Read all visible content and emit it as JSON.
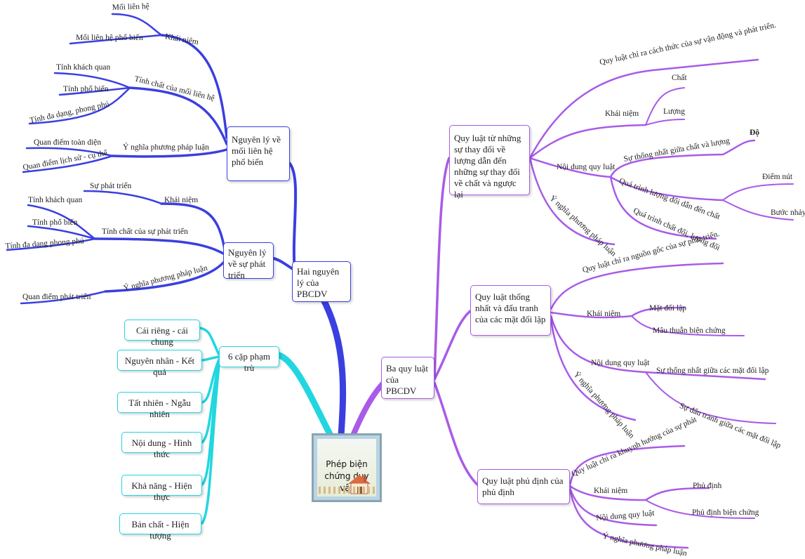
{
  "central": {
    "title": "Phép biện chứng duy vật"
  },
  "principles": {
    "root": "Hai nguyên lý của PBCDV",
    "lien_he": {
      "title": "Nguyên lý về mối liên hệ phổ biến",
      "khai_niem": "Khái niệm",
      "khai_niem_items": [
        "Mối liên hệ",
        "Mối liên hệ phổ biến"
      ],
      "tinh_chat": "Tính chất của mối liên hệ",
      "tinh_chat_items": [
        "Tính khách quan",
        "Tính phổ biến",
        "Tính đa dạng, phong phú"
      ],
      "y_nghia": "Ý nghĩa phương pháp luận",
      "y_nghia_items": [
        "Quan điểm toàn diện",
        "Quan điểm lịch sử - cụ thể"
      ]
    },
    "phat_trien": {
      "title": "Nguyên lý về sự phát triển",
      "khai_niem": "Khái niệm",
      "khai_niem_items": [
        "Sự phát triển"
      ],
      "tinh_chat": "Tính chất của sự phát triển",
      "tinh_chat_items": [
        "Tính khách quan",
        "Tính phổ biến",
        "Tính đa dạng phong phú"
      ],
      "y_nghia": "Ý nghĩa phương pháp luận",
      "y_nghia_items": [
        "Quan điểm phát triển"
      ]
    }
  },
  "categories": {
    "root": "6 cặp phạm trù",
    "items": [
      "Cái riêng - cái chung",
      "Nguyên nhân - Kết quả",
      "Tất nhiên - Ngẫu nhiên",
      "Nội dung - Hình thức",
      "Khả năng - Hiện thực",
      "Bản chất - Hiện tượng"
    ]
  },
  "laws": {
    "root": "Ba quy luật của PBCDV",
    "luong_chat": {
      "title": "Quy luật từ những sự thay đổi về lượng dẫn đến những sự thay đổi về chất và ngược lại",
      "role": "Quy luật chỉ ra cách thức của sự vận động và phát triển.",
      "khai_niem": "Khái niệm",
      "khai_niem_items": [
        "Chất",
        "Lượng"
      ],
      "noi_dung": "Nội dung quy luật",
      "su_thong_nhat": "Sự thống nhất giữa chất và lượng",
      "do": "Độ",
      "qua_trinh": "Quá trình lượng đổi dẫn đến chất",
      "qua_trinh_items": [
        "Điểm nút",
        "Bước nhảy"
      ],
      "qua_trinh_chat": "Quá trình chất đổi, lượng đổi",
      "y_nghia": "Ý nghĩa phương pháp luận"
    },
    "mat_doi_lap": {
      "title": "Quy luật thống nhất và đấu tranh của các mặt đối lập",
      "role": "Quy luật chỉ ra nguồn gốc của sự phát triển.",
      "khai_niem": "Khái niệm",
      "khai_niem_items": [
        "Mặt đối lập",
        "Mâu thuẫn biện chứng"
      ],
      "noi_dung": "Nội dung quy luật",
      "noi_dung_items": [
        "Sự thống nhất giữa các mặt đối lập",
        "Sự đấu tranh giữa các mặt đối lập"
      ],
      "y_nghia": "Ý nghĩa phương pháp luận"
    },
    "phu_dinh": {
      "title": "Quy luật phủ định của phủ định",
      "role": "Quy luật chỉ ra khuynh hướng của sự phát",
      "khai_niem": "Khái niệm",
      "khai_niem_items": [
        "Phủ định",
        "Phủ định biện chứng"
      ],
      "noi_dung": "Nội dung quy luật",
      "y_nghia": "Ý nghĩa phương pháp luận"
    }
  },
  "colors": {
    "blue": "#3a3fe0",
    "purple": "#a95be8",
    "cyan": "#22d6e0"
  }
}
